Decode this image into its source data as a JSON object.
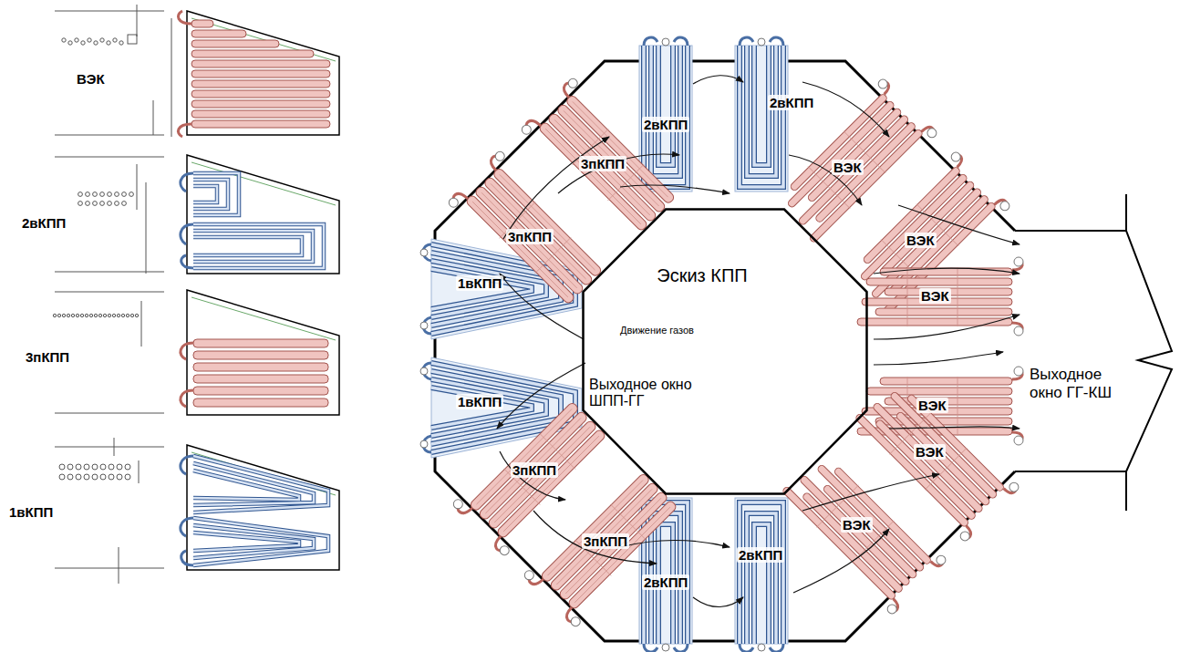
{
  "diagram": {
    "nodes": [
      {
        "text": [
          "Эскиз КПП"
        ]
      },
      {
        "text": [
          "Выходное окно ГГ-КШ"
        ]
      }
    ],
    "labels": [
      "ВЭК",
      "2вКПП",
      "3пКПП",
      "1вКПП",
      "2вКПП",
      "2вКПП",
      "3пКПП",
      "ВЭК",
      "3пКПП",
      "ВЭК",
      "1вКПП",
      "ВЭК",
      "Движение газов",
      "Выходное окно ШПП-ГГ",
      "1вКПП",
      "ВЭК",
      "ВЭК",
      "3пКПП",
      "ВЭК",
      "3пКПП",
      "2вКПП",
      "2вКПП"
    ]
  }
}
